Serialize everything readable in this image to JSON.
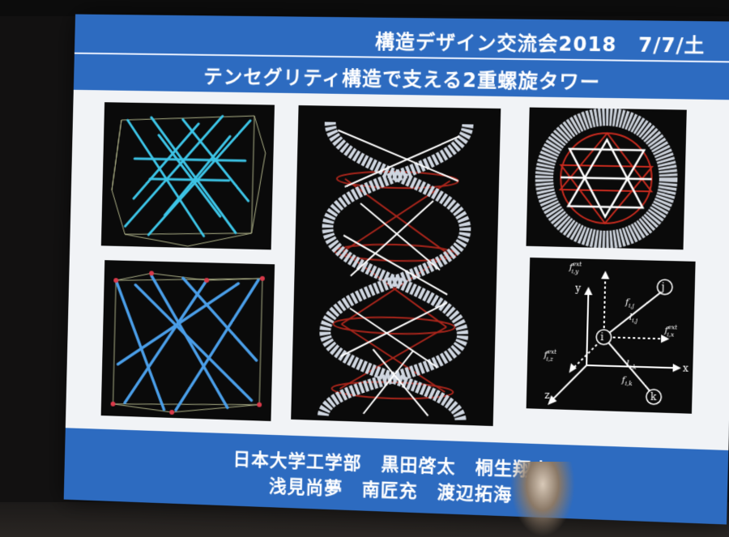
{
  "slide": {
    "event_title": "構造デザイン交流会2018",
    "event_date": "7/7/土",
    "main_title": "テンセグリティ構造で支える2重螺旋タワー",
    "authors_line1": [
      "日本大学工学部",
      "黒田啓太",
      "桐生翔太"
    ],
    "authors_line2": [
      "浅見尚夢",
      "南匠充",
      "渡辺拓海"
    ]
  },
  "diagram": {
    "node_i": "i",
    "node_j": "j",
    "node_k": "k",
    "axis_x": "x",
    "axis_y": "y",
    "axis_z": "z",
    "f_ij": "f",
    "f_ij_sub": "i,j",
    "l_ij": "l",
    "l_ij_sub": "i,j",
    "f_ik": "f",
    "f_ik_sub": "i,k",
    "l_ik": "l",
    "l_ik_sub": "i,k",
    "f_ext_y": "f",
    "f_ext_y_sub": "i,y",
    "f_ext_x": "f",
    "f_ext_x_sub": "i,x",
    "f_ext_z": "f",
    "f_ext_z_sub": "i,z",
    "ext_sup": "ext"
  },
  "colors": {
    "slide_blue": "#2d6bc0",
    "strut_cyan": "#3cc4e6",
    "strut_blue": "#4a9ee8",
    "cable_red": "#c42a1e",
    "stair_gray": "#c9cfd8"
  }
}
